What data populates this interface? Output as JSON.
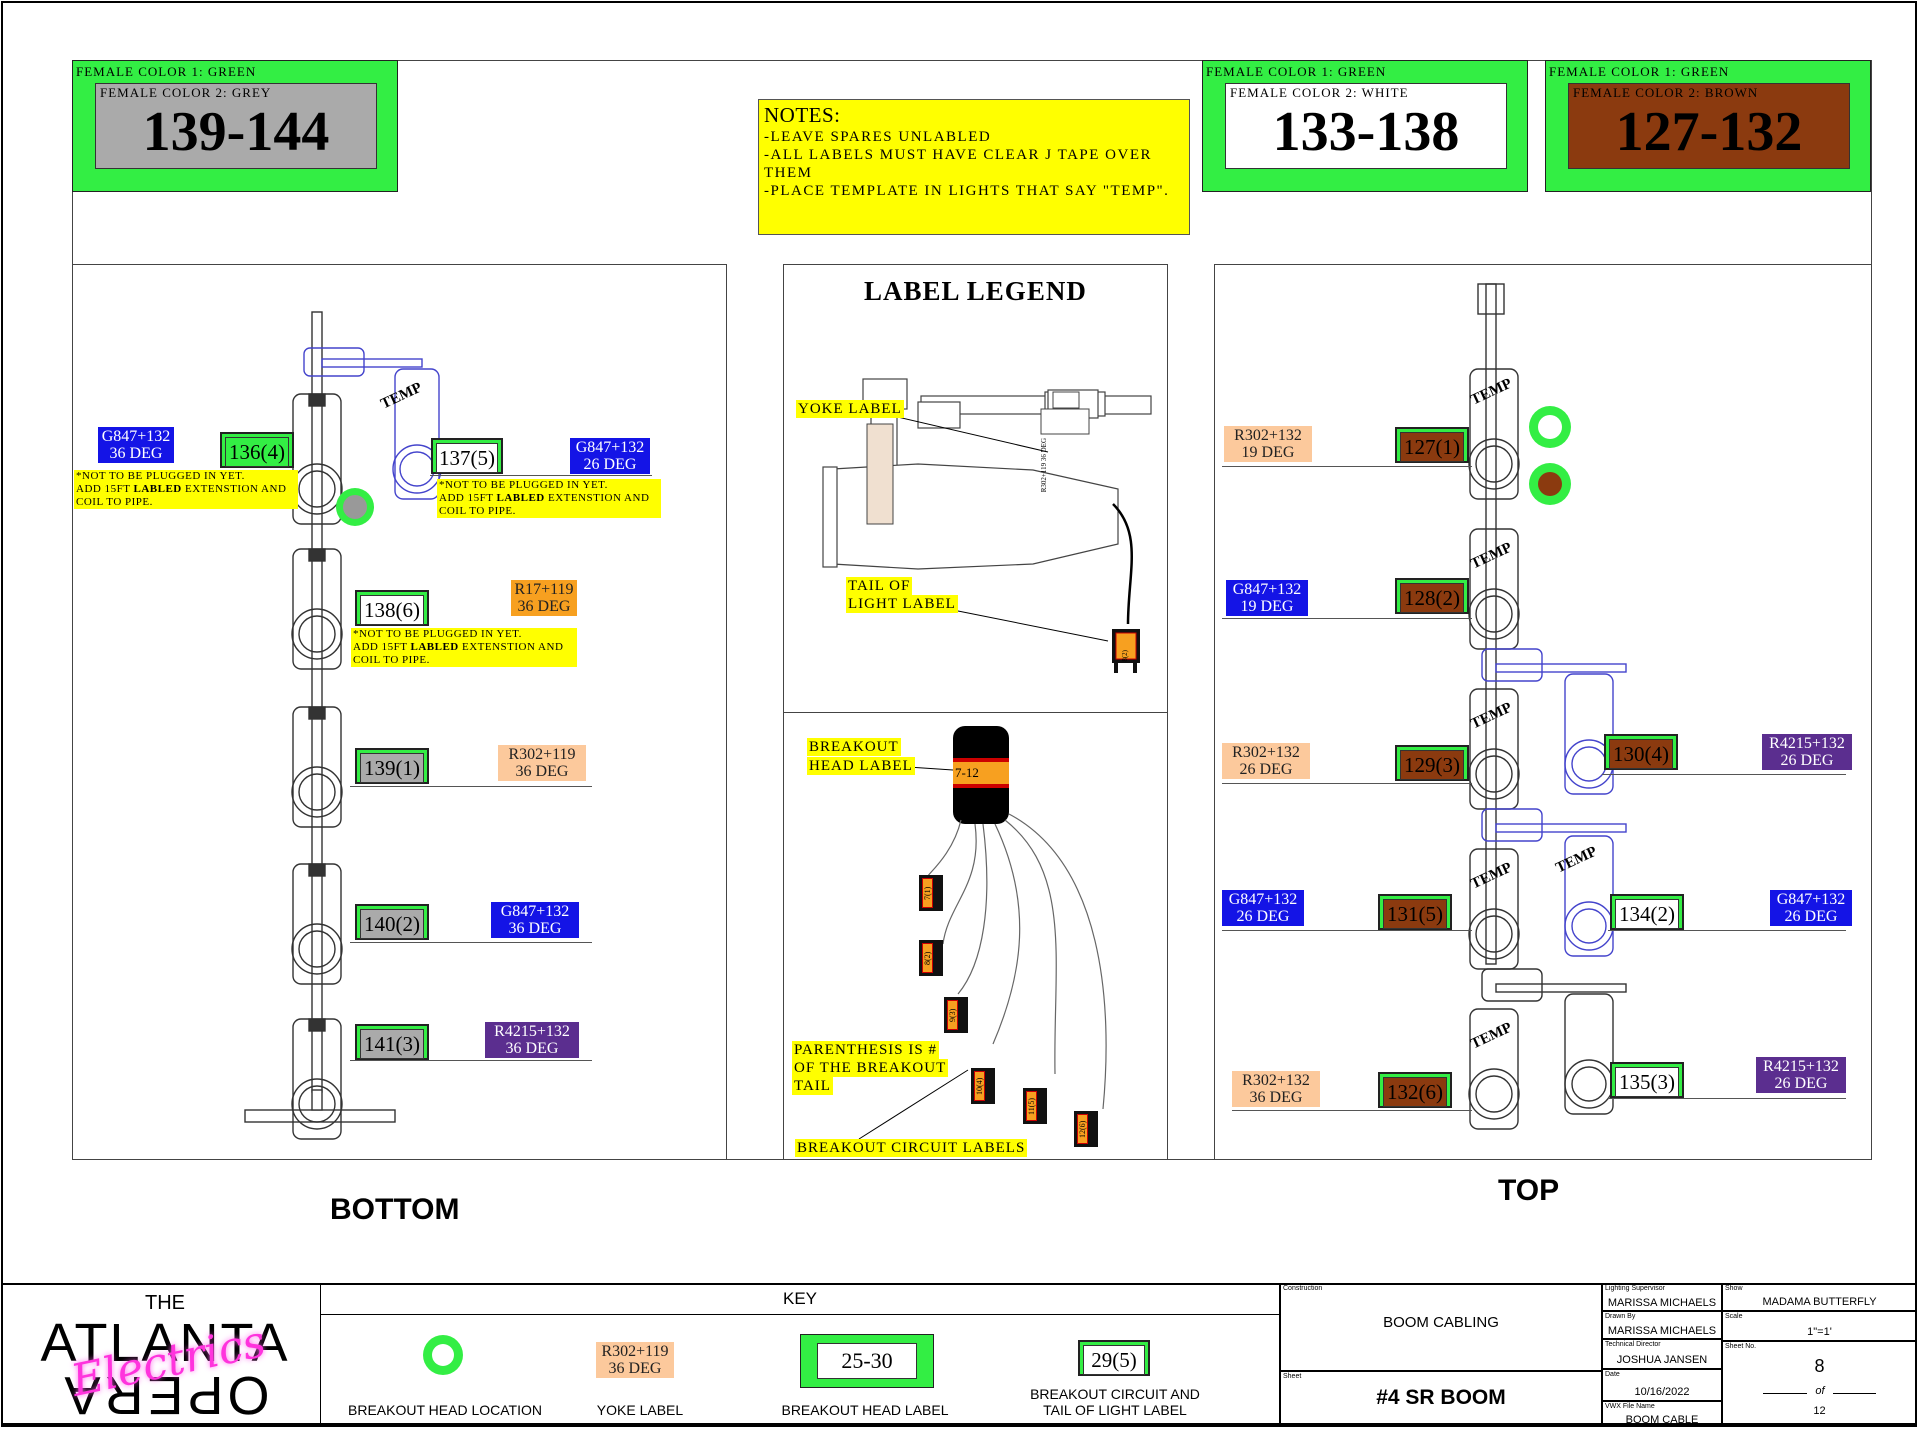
{
  "headers": [
    {
      "c1": "FEMALE  COLOR  1:  GREEN",
      "c2": "FEMALE  COLOR  2:  GREY",
      "range": "139-144",
      "color2": "#aaaaaa"
    },
    {
      "c1": "FEMALE  COLOR  1:  GREEN",
      "c2": "FEMALE  COLOR  2:  WHITE",
      "range": "133-138",
      "color2": "#ffffff"
    },
    {
      "c1": "FEMALE  COLOR  1:  GREEN",
      "c2": "FEMALE  COLOR  2:  BROWN",
      "range": "127-132",
      "color2": "#8b3a0f"
    }
  ],
  "notes": {
    "title": "NOTES:",
    "lines": [
      "-LEAVE  SPARES  UNLABLED",
      "-ALL  LABELS  MUST  HAVE  CLEAR  J  TAPE  OVER  THEM",
      "-PLACE  TEMPLATE  IN  LIGHTS  THAT  SAY  \"TEMP\"."
    ]
  },
  "bottom": {
    "title": "BOTTOM",
    "circuits": [
      "136(4)",
      "137(5)",
      "138(6)",
      "139(1)",
      "140(2)",
      "141(3)"
    ],
    "yokes": [
      "G847+132",
      "36  DEG",
      "G847+132",
      "26  DEG",
      "R17+119",
      "36  DEG",
      "R302+119",
      "36  DEG",
      "G847+132",
      "36  DEG",
      "R4215+132",
      "36  DEG"
    ],
    "note_a": [
      "*NOT  TO  BE  PLUGGED  IN  YET.",
      "ADD  15FT  ",
      "LABLED",
      "  EXTENSTION  AND",
      "COIL  TO  PIPE."
    ],
    "temp": "TEMP"
  },
  "top": {
    "title": "TOP",
    "circuits": [
      "127(1)",
      "128(2)",
      "129(3)",
      "130(4)",
      "131(5)",
      "134(2)",
      "132(6)",
      "135(3)"
    ],
    "yokes": [
      "R302+132",
      "19  DEG",
      "G847+132",
      "19  DEG",
      "R302+132",
      "26  DEG",
      "R4215+132",
      "26  DEG",
      "G847+132",
      "26  DEG",
      "G847+132",
      "26  DEG",
      "R302+132",
      "36  DEG",
      "R4215+132",
      "26  DEG"
    ],
    "temp": "TEMP"
  },
  "legend": {
    "title": "LABEL  LEGEND",
    "yoke_label": "YOKE  LABEL",
    "tail_label_1": "TAIL  OF",
    "tail_label_2": "LIGHT  LABEL",
    "breakout_1": "BREAKOUT",
    "breakout_2": "HEAD  LABEL",
    "breakout_text": "7-12",
    "paren_1": "PARENTHESIS  IS  #",
    "paren_2": "OF  THE  BREAKOUT",
    "paren_3": "TAIL",
    "circuit_labels": "BREAKOUT  CIRCUIT  LABELS",
    "yoke_tag": "R302+119 36 DEG",
    "tail_tag": "8(2)",
    "tails": [
      "7(1)",
      "8(2)",
      "9(3)",
      "10(4)",
      "11(5)",
      "12(6)"
    ]
  },
  "key": {
    "title": "KEY",
    "items": [
      "BREAKOUT HEAD LOCATION",
      "YOKE LABEL",
      "BREAKOUT HEAD LABEL",
      "BREAKOUT CIRCUIT AND",
      "TAIL OF LIGHT LABEL"
    ],
    "yoke_sample_1": "R302+119",
    "yoke_sample_2": "36  DEG",
    "head_sample": "25-30",
    "circuit_sample": "29(5)"
  },
  "logo": {
    "the": "THE",
    "atlanta": "ATLANTA",
    "opera": "OPERA",
    "script": "Electrics"
  },
  "titleblock": {
    "construction_lbl": "Construction",
    "construction": "BOOM CABLING",
    "sheet_lbl": "Sheet",
    "sheet": "#4 SR BOOM",
    "supervisor_lbl": "Lighting Supervisor",
    "supervisor": "MARISSA MICHAELS",
    "drawn_lbl": "Drawn By",
    "drawn": "MARISSA MICHAELS",
    "td_lbl": "Technical Director",
    "td": "JOSHUA JANSEN",
    "date_lbl": "Date",
    "date": "10/16/2022",
    "file_lbl": "VWX File Name",
    "file": "BOOM CABLE",
    "show_lbl": "Show",
    "show": "MADAMA BUTTERFLY",
    "scale_lbl": "Scale",
    "scale": "1\"=1'",
    "sheetno_lbl": "Sheet No.",
    "page": "8",
    "of": "of",
    "total": "12"
  },
  "colors": {
    "green": "#33ee44",
    "brown": "#8b3a0f",
    "grey": "#aaaaaa",
    "yellow": "#ffff00",
    "blue": "#1414e6",
    "peach": "#fcc99c",
    "orange": "#f7a020",
    "purple": "#5b2e8f"
  }
}
